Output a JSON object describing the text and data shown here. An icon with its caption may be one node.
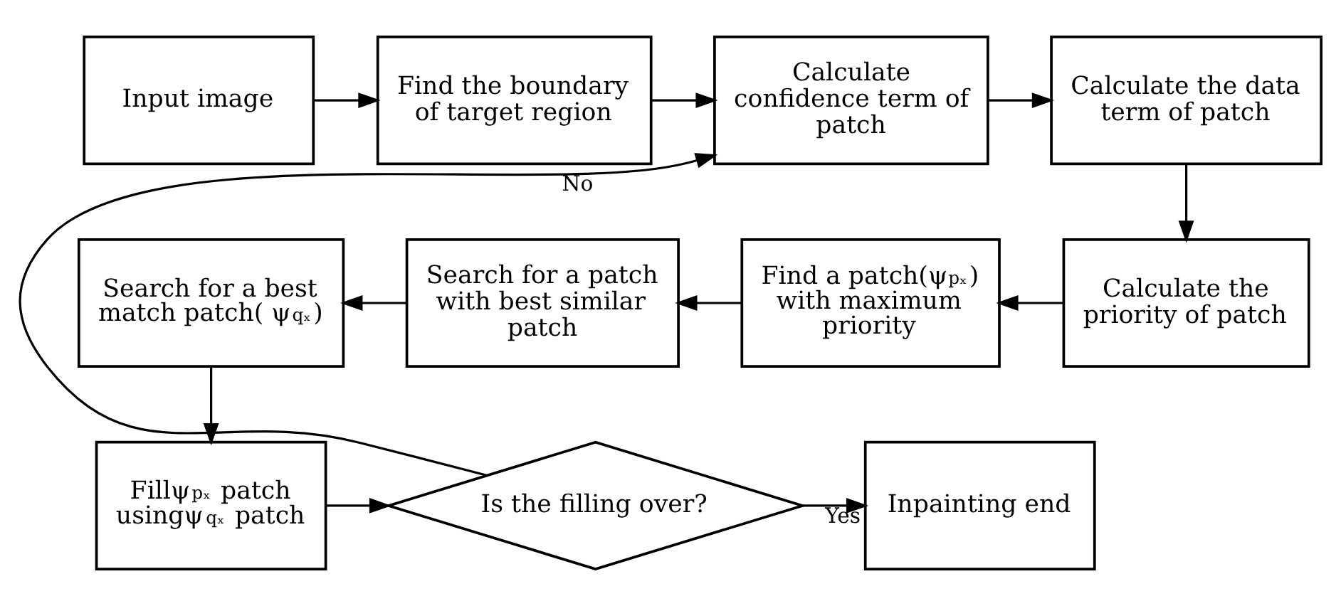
{
  "diagram": {
    "nodes": [
      {
        "text": [
          "Input image"
        ]
      },
      {
        "text": [
          "Find the boundary of target region"
        ]
      },
      {
        "text": [
          "Calculate confidence term of patch"
        ]
      },
      {
        "text": [
          "Calculate the data term of patch"
        ]
      },
      {
        "text": [
          "Search for a best match patch( ψ$_{qₓ}$)"
        ]
      },
      {
        "text": [
          "Search for a patch with best similar patch"
        ]
      },
      {
        "text": [
          "Find a patch(ψ$_{pₓ}$) with maximum priority"
        ]
      },
      {
        "text": [
          "Calculate the priority of patch"
        ]
      },
      {
        "text": [
          "Fillψ$_{pₓ}$ patch usingψ$_{qₓ}$ patch"
        ]
      },
      {
        "text": [
          "Is the filling over?"
        ]
      },
      {
        "text": [
          "Inpainting end"
        ]
      }
    ],
    "edges": [
      {
        "from": 0,
        "to": 1,
        "arrow": "to"
      },
      {
        "from": 1,
        "to": 2,
        "arrow": "to"
      },
      {
        "from": 2,
        "to": 3,
        "arrow": "to"
      },
      {
        "from": 3,
        "to": 7,
        "arrow": "to"
      },
      {
        "from": 7,
        "to": 6,
        "arrow": "to"
      },
      {
        "from": 6,
        "to": 5,
        "arrow": "to"
      },
      {
        "from": 5,
        "to": 4,
        "arrow": "to"
      },
      {
        "from": 4,
        "to": 8,
        "arrow": "to"
      },
      {
        "from": 8,
        "to": 9,
        "arrow": "to"
      },
      {
        "from": 9,
        "to": 10,
        "label": "Yes",
        "arrow": "to"
      },
      {
        "from": 9,
        "to": 2,
        "label": "No",
        "arrow": "to"
      }
    ]
  }
}
